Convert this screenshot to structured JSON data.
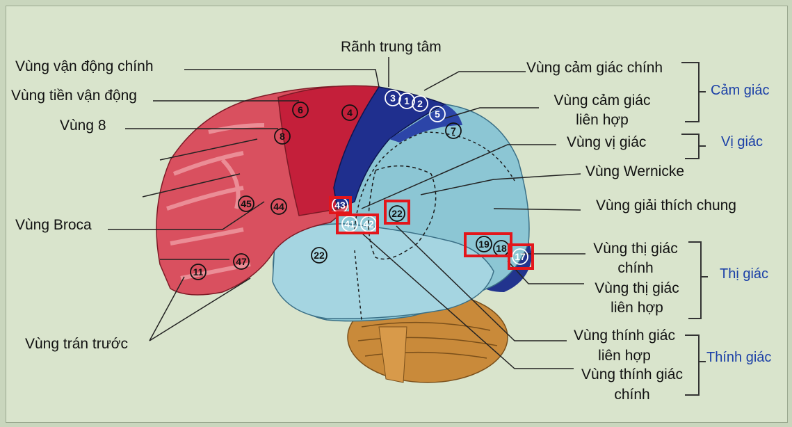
{
  "labels": {
    "central_sulcus": "Rãnh trung tâm",
    "primary_motor": "Vùng vận động chính",
    "premotor": "Vùng tiền vận động",
    "area8": "Vùng 8",
    "broca": "Vùng Broca",
    "prefrontal": "Vùng trán trước",
    "primary_somatosensory": "Vùng cảm giác chính",
    "somatosensory_assoc_1": "Vùng cảm giác",
    "somatosensory_assoc_2": "liên hợp",
    "gustatory": "Vùng vị giác",
    "wernicke": "Vùng Wernicke",
    "general_interpretation": "Vùng giải thích chung",
    "primary_visual_1": "Vùng thị giác",
    "primary_visual_2": "chính",
    "visual_assoc_1": "Vùng thị giác",
    "visual_assoc_2": "liên hợp",
    "auditory_assoc_1": "Vùng thính giác",
    "auditory_assoc_2": "liên hợp",
    "primary_auditory_1": "Vùng thính giác",
    "primary_auditory_2": "chính"
  },
  "categories": {
    "sensory": "Cảm giác",
    "taste": "Vị giác",
    "vision": "Thị giác",
    "hearing": "Thính giác"
  },
  "areas": [
    "6",
    "4",
    "8",
    "45",
    "44",
    "11",
    "47",
    "3",
    "1",
    "2",
    "5",
    "7",
    "43",
    "41",
    "42",
    "22",
    "22",
    "19",
    "18",
    "17"
  ],
  "colors": {
    "frontal": "#cf3d4c",
    "motor": "#c41f3a",
    "somatosensory": "#1f2f8e",
    "parietal": "#86c1d1",
    "temporal": "#9acfdc",
    "cerebellum": "#c98a3a",
    "highlight": "#e3161b",
    "category": "#1a3fa7"
  }
}
